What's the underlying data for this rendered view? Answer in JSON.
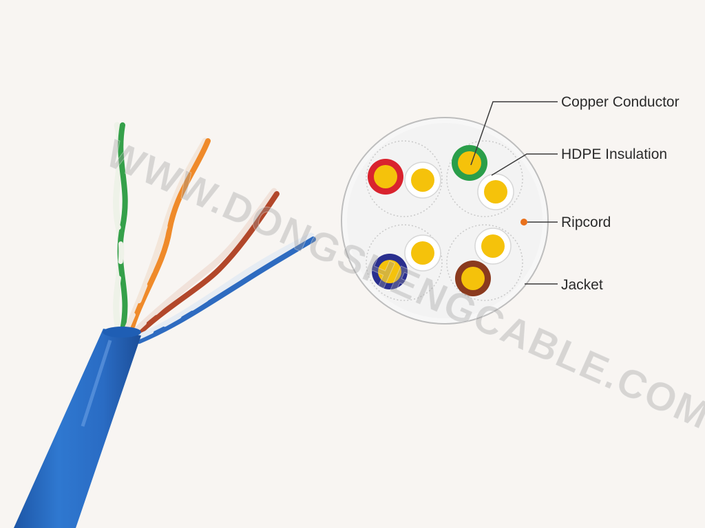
{
  "labels": {
    "copper_conductor": "Copper Conductor",
    "hdpe_insulation": "HDPE Insulation",
    "ripcord": "Ripcord",
    "jacket": "Jacket"
  },
  "watermark": {
    "text": "WWW.DONGSHENGCABLE.COM"
  },
  "colors": {
    "background": "#f8f5f2",
    "jacket_blue": "#2a6cc4",
    "pair_orange": "#ef8a2a",
    "pair_green": "#35a04a",
    "pair_blue": "#2e6bc0",
    "pair_brown": "#b2472a",
    "conductor_copper": "#f5c20b",
    "insulation_red": "#d9232e",
    "insulation_green": "#2a9e4a",
    "insulation_navy": "#2a2f8e",
    "insulation_brown": "#8a3a1e",
    "ripcord": "#e9711c"
  }
}
